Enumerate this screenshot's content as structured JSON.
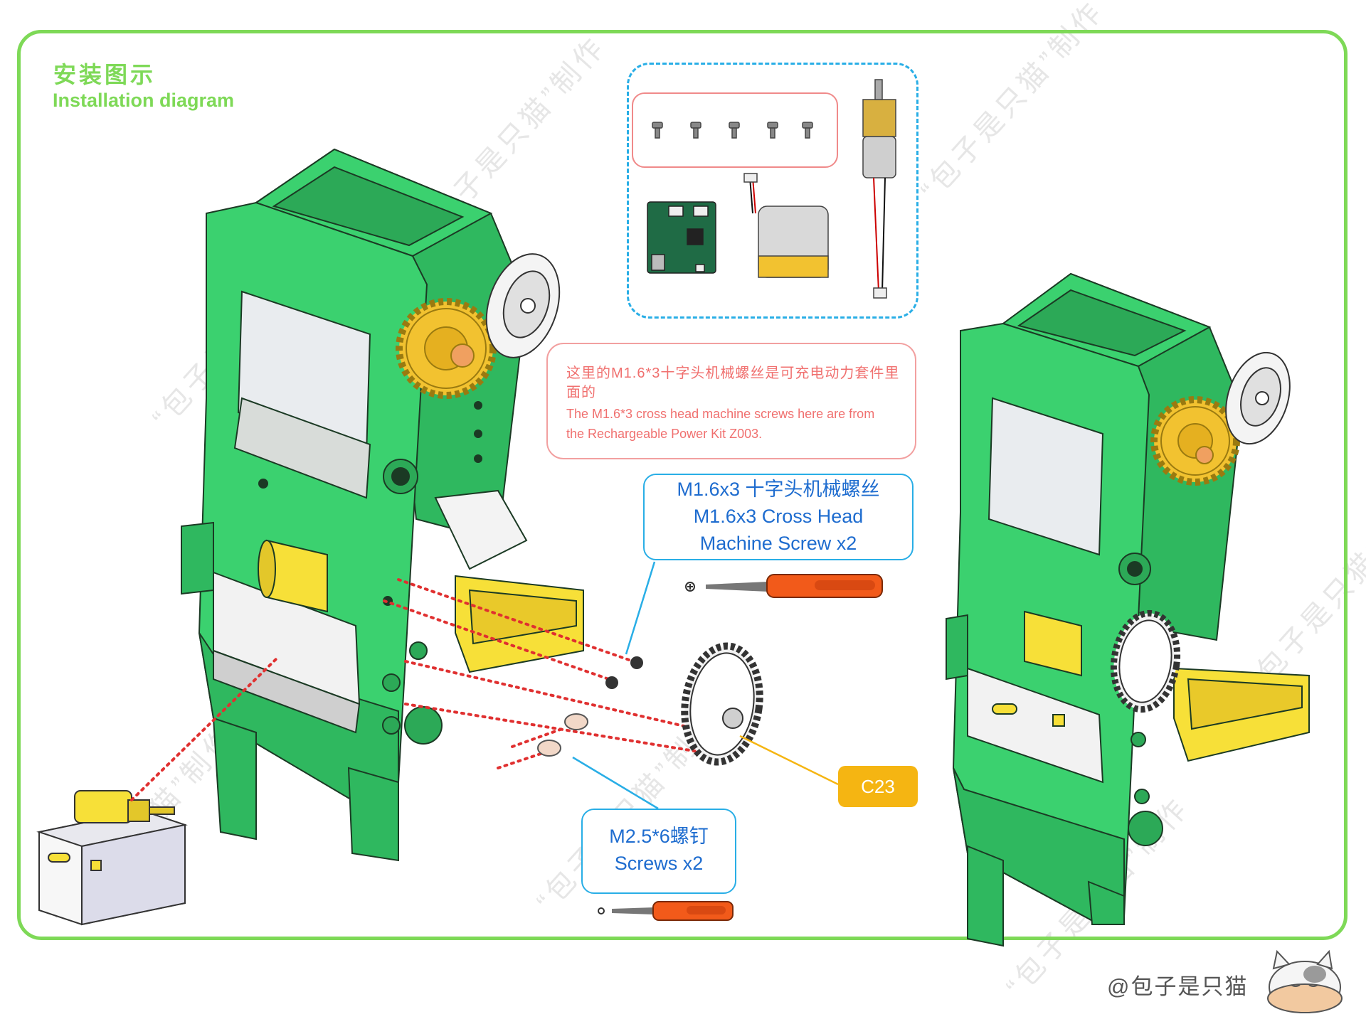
{
  "header": {
    "title_cn": "安装图示",
    "title_en": "Installation diagram"
  },
  "note": {
    "cn": "这里的M1.6*3十字头机械螺丝是可充电动力套件里面的",
    "en": "The M1.6*3 cross head machine screws here are from the Rechargeable Power Kit Z003."
  },
  "labels": {
    "m16_line1": "M1.6x3 十字头机械螺丝",
    "m16_line2": "M1.6x3 Cross Head",
    "m16_line3": "Machine Screw x2",
    "m25_line1": "M2.5*6螺钉",
    "m25_line2": "Screws x2",
    "c23": "C23"
  },
  "watermark": "“包子是只猫”制作",
  "credit": "@包子是只猫",
  "colors": {
    "frame": "#7ed957",
    "part_green": "#3bd16f",
    "gear_yellow": "#f2c230",
    "callout_blue": "#29aee6",
    "note_red": "#f0706f",
    "label_orange": "#f5b512",
    "dotted_red": "#e03030",
    "screwdriver_orange": "#f25a1a"
  },
  "icons": {
    "phillips": "phillips-head-icon",
    "hex": "hex-head-icon",
    "cat": "sleeping-cat-icon"
  }
}
